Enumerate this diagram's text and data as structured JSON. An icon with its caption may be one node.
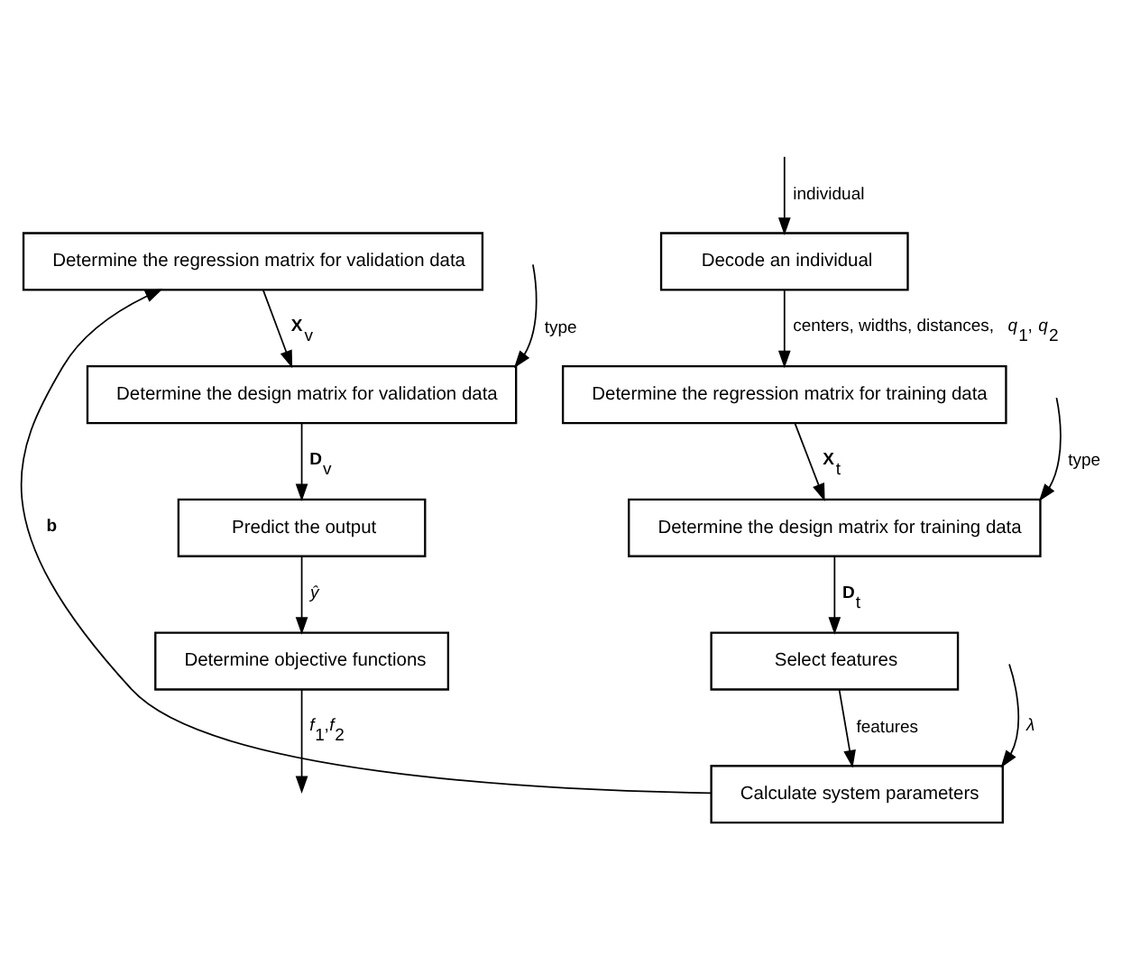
{
  "diagram": {
    "nodes": [
      {
        "text": [
          "Decode an individual"
        ]
      },
      {
        "text": [
          "Determine the regression matrix for training data"
        ]
      },
      {
        "text": [
          "Determine the design matrix for training data"
        ]
      },
      {
        "text": [
          "Select features"
        ]
      },
      {
        "text": [
          "Calculate system parameters"
        ]
      },
      {
        "text": [
          "Determine the regression matrix for validation data"
        ]
      },
      {
        "text": [
          "Determine the design matrix for validation data"
        ]
      },
      {
        "text": [
          "Predict the output"
        ]
      },
      {
        "text": [
          "Determine objective functions"
        ]
      }
    ],
    "edges": [
      {
        "from": null,
        "to": 0,
        "arrow": "to",
        "label": "individual"
      },
      {
        "from": 0,
        "to": 1,
        "arrow": "to",
        "label": "centers, widths, distances, *q*$_{1}$, *q*$_{2}$"
      },
      {
        "from": 1,
        "to": 2,
        "arrow": "to",
        "label": "**X**$_{t}$"
      },
      {
        "from": null,
        "to": 2,
        "arrow": "to",
        "label": "type"
      },
      {
        "from": 2,
        "to": 3,
        "arrow": "to",
        "label": "**D**$_{t}$"
      },
      {
        "from": 3,
        "to": 4,
        "arrow": "to",
        "label": "features"
      },
      {
        "from": null,
        "to": 4,
        "arrow": "to",
        "label": "*λ*"
      },
      {
        "from": 4,
        "to": 5,
        "arrow": "to",
        "label": "**b**"
      },
      {
        "from": 5,
        "to": 6,
        "arrow": "to",
        "label": "**X**$_{v}$"
      },
      {
        "from": null,
        "to": 6,
        "arrow": "to",
        "label": "type"
      },
      {
        "from": 6,
        "to": 7,
        "arrow": "to",
        "label": "**D**$_{v}$"
      },
      {
        "from": 7,
        "to": 8,
        "arrow": "to",
        "label": "*ŷ*"
      },
      {
        "from": 8,
        "to": null,
        "arrow": "to",
        "label": "*f*$_{1}$,*f*$_{2}$"
      }
    ]
  }
}
